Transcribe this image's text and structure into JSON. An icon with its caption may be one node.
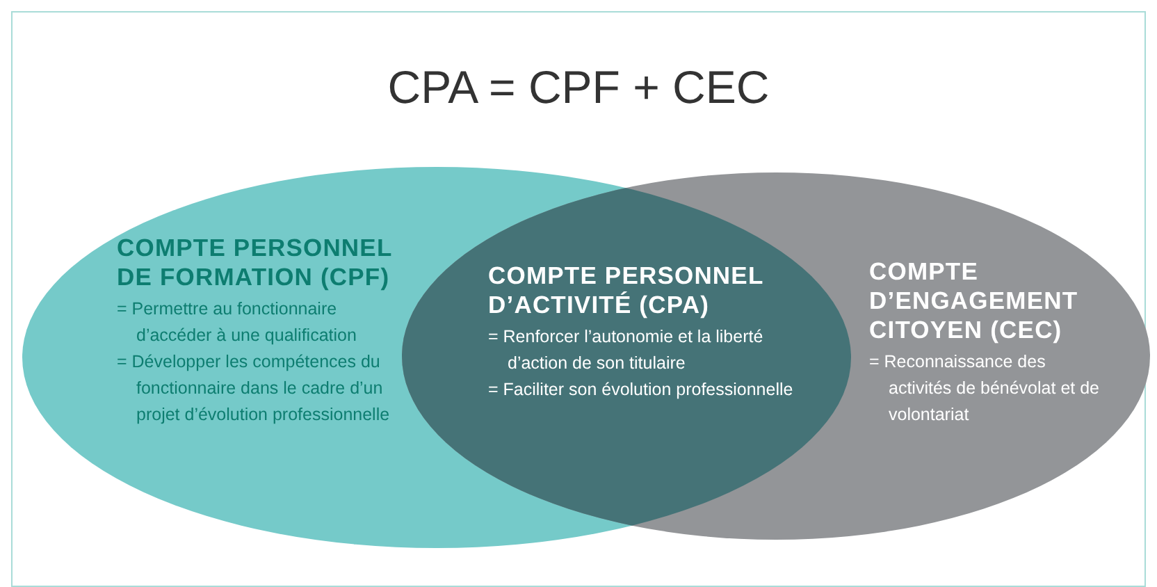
{
  "diagram": {
    "title": "CPA = CPF + CEC",
    "nodes": [
      {
        "text": [
          "COMPTE PERSONNEL DE FORMATION (CPF)",
          "= Permettre au fonctionnaire d’accéder à une qualification",
          "= Développer les compétences du fonctionnaire dans le cadre d’un projet d’évolution professionnelle"
        ]
      },
      {
        "text": [
          "COMPTE PERSONNEL D’ACTIVITÉ (CPA)",
          "= Renforcer l’autonomie et la liberté d’action de son titulaire",
          "= Faciliter son évolution professionnelle"
        ]
      },
      {
        "text": [
          "COMPTE D’ENGAGEMENT CITOYEN (CEC)",
          "= Reconnaissance des activités de bénévolat et de volontariat"
        ]
      }
    ]
  }
}
